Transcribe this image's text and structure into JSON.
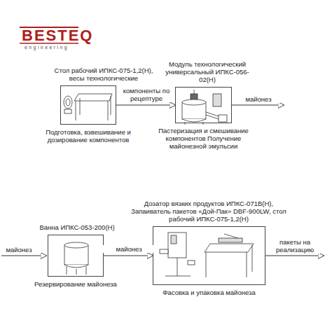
{
  "diagram": {
    "nodes": [
      {
        "text": [
          "Стол рабочий ИПКС-075-1,2(Н), весы технологические",
          "Подготовка, взвешивание и дозирование компонентов"
        ]
      },
      {
        "text": [
          "Модуль технологический универсальный ИПКС-056-02(Н)",
          "Пастеризация и смешивание компонентов Получение майонезной эмульсии"
        ]
      },
      {
        "text": [
          "Ванна ИПКС-053-200(Н)",
          "Резервирование майонеза"
        ]
      },
      {
        "text": [
          "Дозатор вязких продуктов ИПКС-071В(Н), Запаиватель пакетов «Дой-Пак» DBF-900LW, стол рабочий ИПКС-075-1,2(Н)",
          "Фасовка и упаковка майонеза"
        ]
      }
    ],
    "edges": [
      {
        "from": 0,
        "to": 1,
        "label": "компоненты по рецептуре",
        "arrow": "to"
      },
      {
        "from": 2,
        "to": 3,
        "label": "майонез",
        "arrow": "to"
      }
    ],
    "labels": [
      "BESTEQ",
      "engineering",
      "майонез",
      "майонез",
      "пакеты на реализацию"
    ]
  }
}
